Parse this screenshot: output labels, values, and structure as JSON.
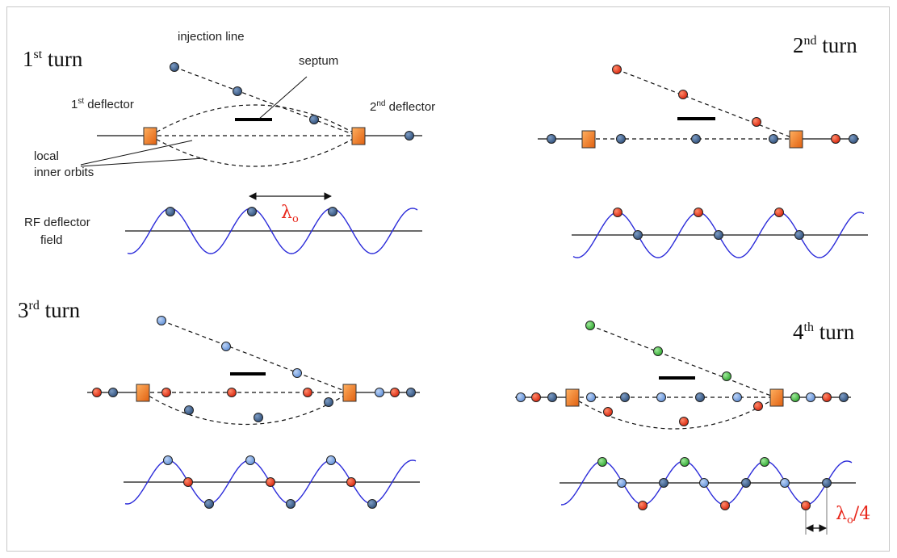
{
  "colors": {
    "beam_dark": "#2f4f7a",
    "beam_light": "#5f8fd8",
    "beam_red": "#d8240c",
    "beam_green": "#2ea82e",
    "deflector": "#f07818",
    "rf_wave": "#2b2bd9",
    "lambda_text": "#e8281c",
    "line": "#111111"
  },
  "icons": {
    "deflector": "orange-square-deflector-icon",
    "bunch": "filled-circle-bunch-icon"
  },
  "labels": {
    "turn1": {
      "num": "1",
      "sup": "st",
      "word": " turn"
    },
    "turn2": {
      "num": "2",
      "sup": "nd",
      "word": " turn"
    },
    "turn3": {
      "num": "3",
      "sup": "rd",
      "word": " turn"
    },
    "turn4": {
      "num": "4",
      "sup": "th",
      "word": " turn"
    },
    "injection_line": "injection  line",
    "septum": "septum",
    "first_deflector": {
      "num": "1",
      "sup": "st",
      "word": " deflector"
    },
    "second_deflector": {
      "num": "2",
      "sup": "nd",
      "word": " deflector"
    },
    "local_inner_orbits": [
      "local",
      "inner orbits"
    ],
    "rf_deflector_field": [
      "RF deflector",
      "field"
    ],
    "lambda": {
      "symbol": "λ",
      "sub": "o"
    },
    "lambda_quarter": {
      "symbol": "λ",
      "sub": "o",
      "suffix": "/4"
    }
  }
}
